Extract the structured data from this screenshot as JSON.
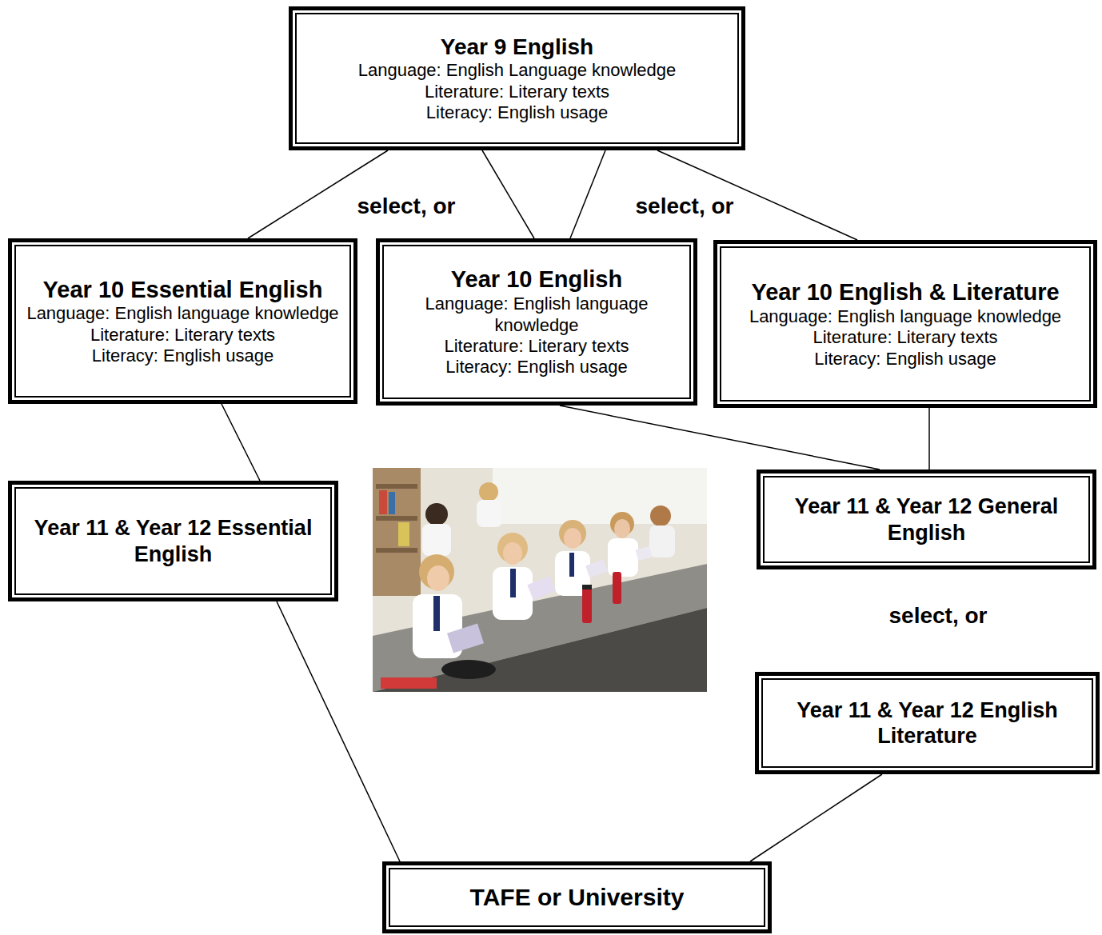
{
  "diagram": {
    "nodes": [
      {
        "text": [
          "Year 9 English",
          "Language: English Language knowledge",
          "Literature: Literary texts",
          "Literacy: English usage"
        ]
      },
      {
        "text": [
          "Year 10 Essential English",
          "Language: English language knowledge",
          "Literature: Literary texts",
          "Literacy: English usage"
        ]
      },
      {
        "text": [
          "Year 10 English",
          "Language: English language knowledge",
          "Literature: Literary texts",
          "Literacy: English usage"
        ]
      },
      {
        "text": [
          "Year 10 English & Literature",
          "Language: English language knowledge",
          "Literature: Literary texts",
          "Literacy: English usage"
        ]
      },
      {
        "text": [
          "Year 11 & Year 12 Essential English"
        ]
      },
      {
        "text": [
          "Year 11 & Year 12 General English"
        ]
      },
      {
        "text": [
          "Year 11 & Year 12 English Literature"
        ]
      },
      {
        "text": [
          "TAFE or University"
        ]
      }
    ],
    "edges": [
      {
        "from": 0,
        "to": 1,
        "arrow": "none"
      },
      {
        "from": 0,
        "to": 2,
        "arrow": "none"
      },
      {
        "from": 0,
        "to": 2,
        "arrow": "none"
      },
      {
        "from": 0,
        "to": 3,
        "arrow": "none"
      },
      {
        "from": 1,
        "to": 4,
        "arrow": "none"
      },
      {
        "from": 2,
        "to": 5,
        "arrow": "none"
      },
      {
        "from": 3,
        "to": 5,
        "arrow": "none"
      },
      {
        "from": 4,
        "to": 7,
        "arrow": "none"
      },
      {
        "from": 6,
        "to": 7,
        "arrow": "none"
      }
    ],
    "labels": [
      "select, or",
      "select, or",
      "select, or"
    ]
  }
}
